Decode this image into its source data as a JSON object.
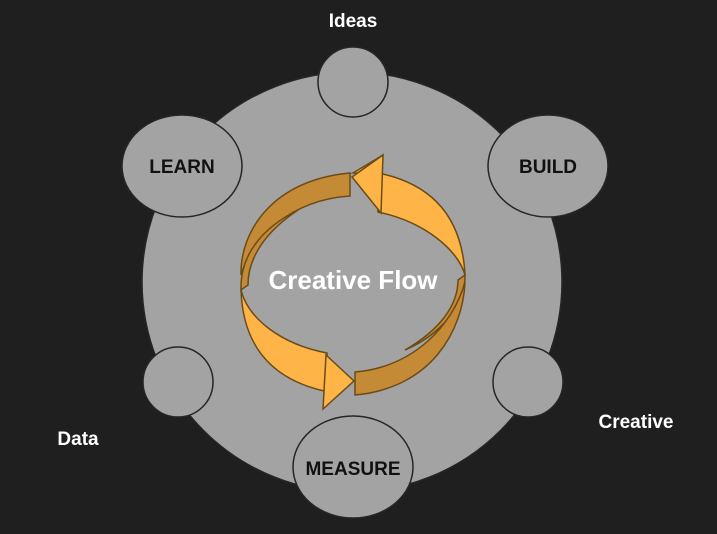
{
  "diagram": {
    "center_label": "Creative Flow",
    "nodes": {
      "learn": "LEARN",
      "build": "BUILD",
      "measure": "MEASURE"
    },
    "outer_labels": {
      "ideas": "Ideas",
      "data": "Data",
      "creative": "Creative"
    }
  },
  "colors": {
    "background": "#1f1f1f",
    "circle_fill": "#a3a3a3",
    "circle_stroke": "#262626",
    "arrow_light": "#ffb448",
    "arrow_dark": "#c48a36",
    "arrow_stroke": "#6b4b16"
  }
}
